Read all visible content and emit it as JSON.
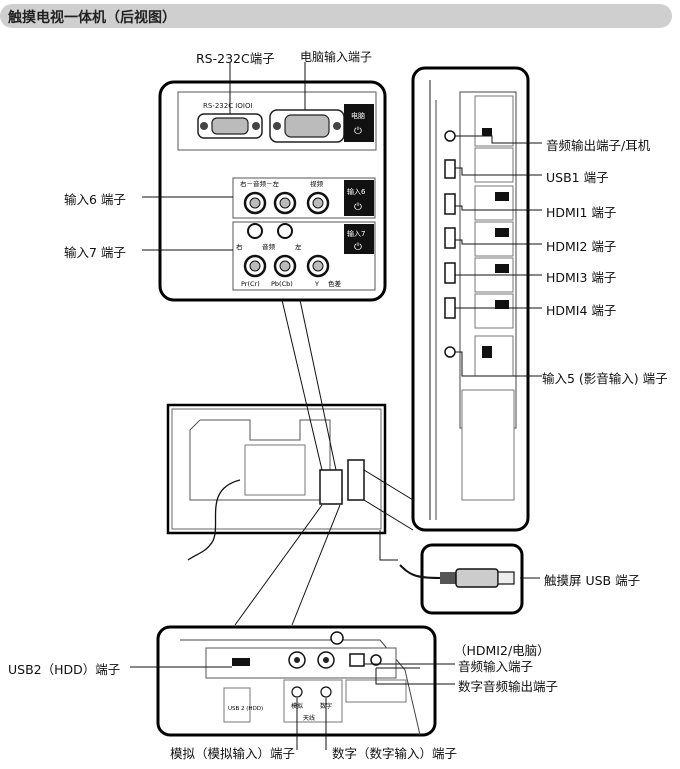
{
  "header": {
    "title": "触摸电视一体机（后视图）"
  },
  "top_panel": {
    "rs232c_label": "RS-232C端子",
    "pc_input_label": "电脑输入端子",
    "rs232c_small": "RS-232C IOIOI",
    "pc_tag": "电脑",
    "input6_label": "输入6 端子",
    "input7_label": "输入7 端子",
    "input6_tag": "输入6",
    "input7_tag": "输入7",
    "audio_lr_small": "右－音频－左",
    "video_small": "视频",
    "right_small": "右",
    "audio_small": "音频",
    "left_small": "左",
    "pr_small": "Pr(Cr)",
    "pb_small": "Pb(Cb)",
    "y_small": "Y",
    "color_small": "色差"
  },
  "side_panel": {
    "audio_out_label": "音频输出端子/耳机",
    "usb1_label": "USB1 端子",
    "hdmi1_label": "HDMI1 端子",
    "hdmi2_label": "HDMI2 端子",
    "hdmi3_label": "HDMI3 端子",
    "hdmi4_label": "HDMI4 端子",
    "input5_label": "输入5 (影音输入) 端子"
  },
  "touch_usb": {
    "label": "触摸屏 USB 端子"
  },
  "bottom_panel": {
    "usb2_label": "USB2（HDD）端子",
    "hdmi2pc_label": "（HDMI2/电脑）",
    "audio_in_label": "音频输入端子",
    "digital_audio_out_label": "数字音频输出端子",
    "analog_label": "模拟（模拟输入）端子",
    "digital_label": "数字（数字输入）端子",
    "usb2_small": "USB 2\n(HDD)",
    "analog_small": "模拟",
    "digital_small": "数字",
    "antenna_small": "天线"
  }
}
